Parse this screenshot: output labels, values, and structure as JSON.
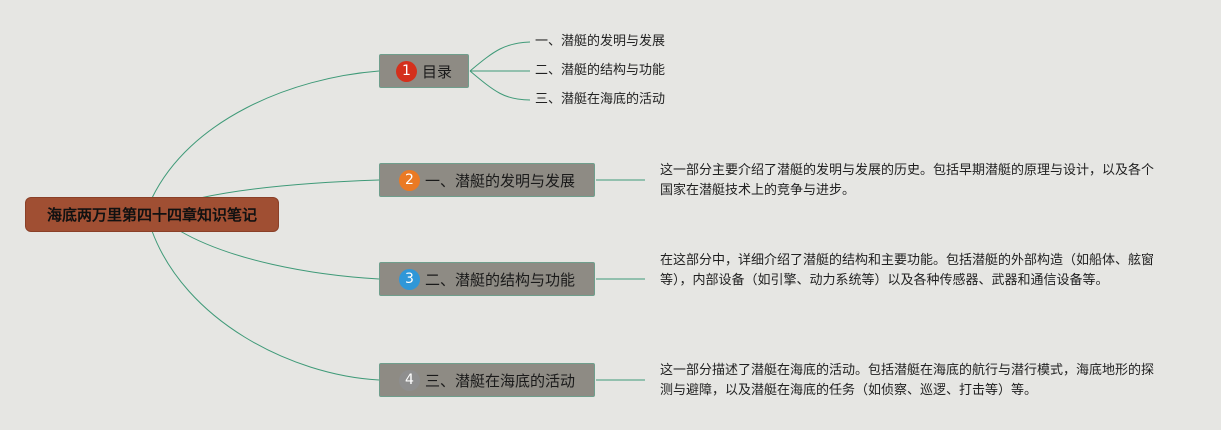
{
  "root": {
    "label": "海底两万里第四十四章知识笔记",
    "color": "#a04f33"
  },
  "branches": [
    {
      "num": "1",
      "label": "目录",
      "badge_color": "#d4301c"
    },
    {
      "num": "2",
      "label": "一、潜艇的发明与发展",
      "badge_color": "#ea7a24"
    },
    {
      "num": "3",
      "label": "二、潜艇的结构与功能",
      "badge_color": "#2f97d8"
    },
    {
      "num": "4",
      "label": "三、潜艇在海底的活动",
      "badge_color": "#8e8e8e"
    }
  ],
  "toc_items": [
    "一、潜艇的发明与发展",
    "二、潜艇的结构与功能",
    "三、潜艇在海底的活动"
  ],
  "descriptions": [
    "这一部分主要介绍了潜艇的发明与发展的历史。包括早期潜艇的原理与设计，以及各个国家在潜艇技术上的竞争与进步。",
    "在这部分中，详细介绍了潜艇的结构和主要功能。包括潜艇的外部构造（如船体、舷窗等），内部设备（如引擎、动力系统等）以及各种传感器、武器和通信设备等。",
    "这一部分描述了潜艇在海底的活动。包括潜艇在海底的航行与潜行模式，海底地形的探测与避障，以及潜艇在海底的任务（如侦察、巡逻、打击等）等。"
  ],
  "line_color": "#3f9a78",
  "background": "#e6e6e3"
}
